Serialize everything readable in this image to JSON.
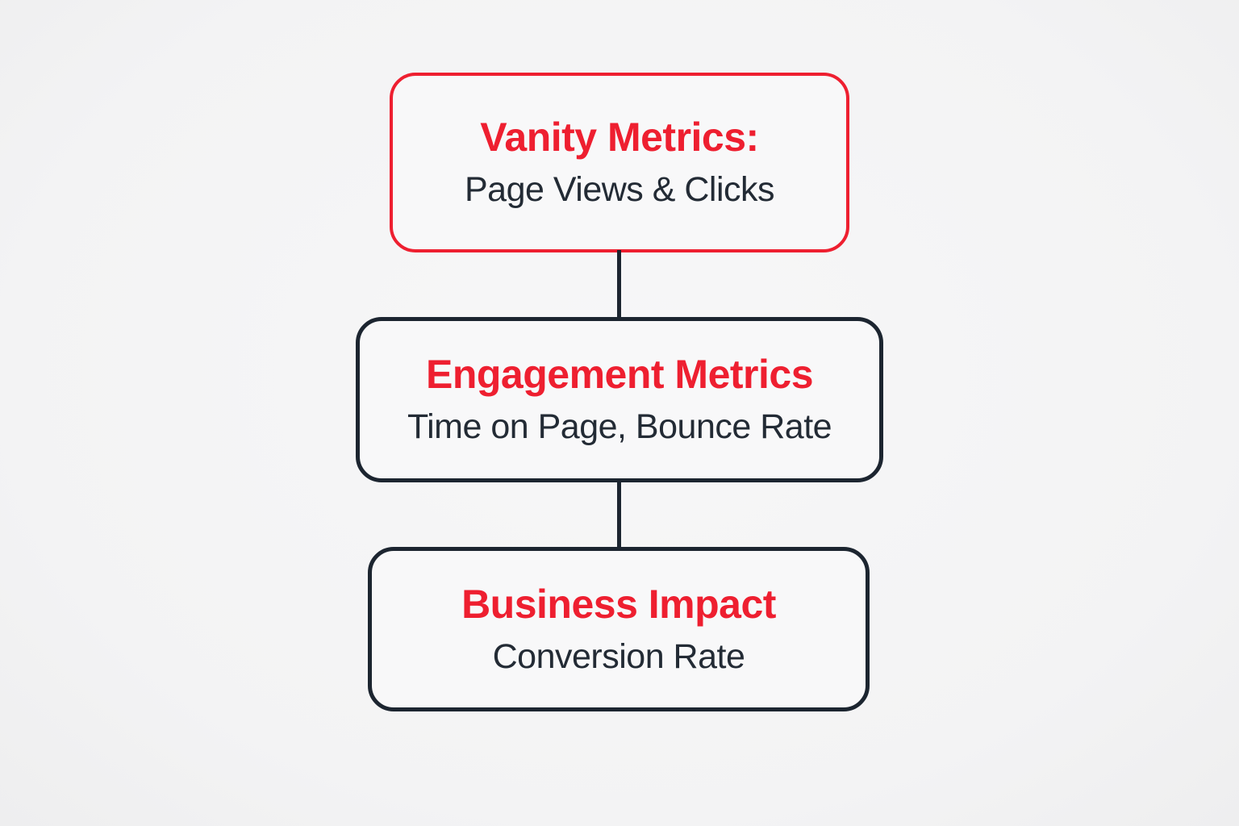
{
  "diagram": {
    "background_color": "#f4f4f5",
    "accent_red": "#ee1f30",
    "dark_color": "#1c2530",
    "nodes": [
      {
        "id": "vanity-metrics",
        "title": "Vanity Metrics:",
        "subtitle": "Page Views & Clicks",
        "border_color": "#ee1f30"
      },
      {
        "id": "engagement-metrics",
        "title": "Engagement Metrics",
        "subtitle": "Time on Page, Bounce Rate",
        "border_color": "#1c2530"
      },
      {
        "id": "business-impact",
        "title": "Business Impact",
        "subtitle": "Conversion Rate",
        "border_color": "#1c2530"
      }
    ],
    "connectors": [
      {
        "from": "vanity-metrics",
        "to": "engagement-metrics"
      },
      {
        "from": "engagement-metrics",
        "to": "business-impact"
      }
    ]
  }
}
